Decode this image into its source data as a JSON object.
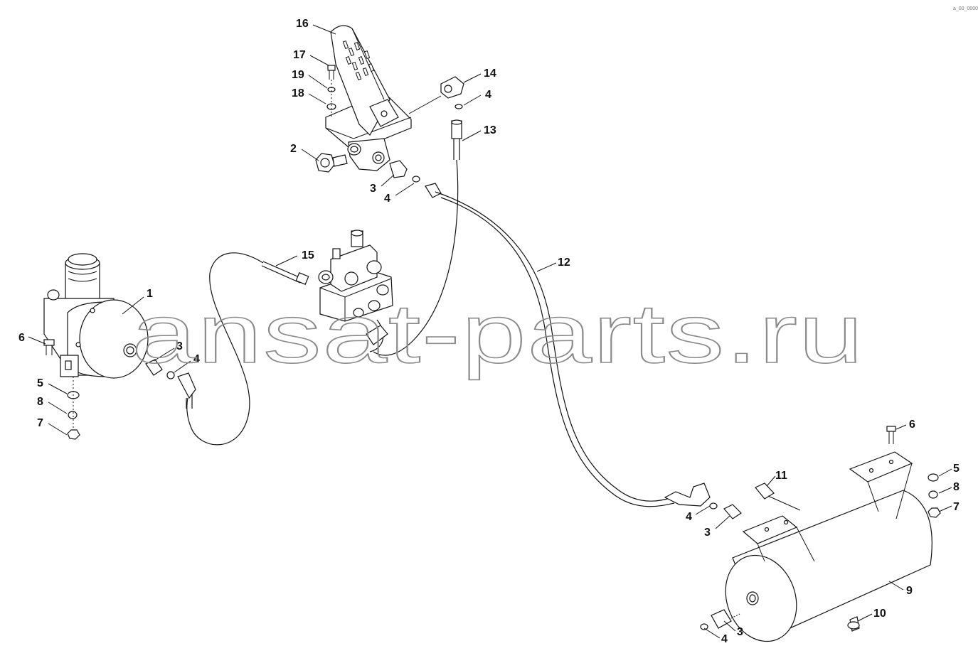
{
  "watermark": "ansat-parts.ru",
  "corner_mark": "a_00_0000",
  "callouts": [
    {
      "id": "c16",
      "text": "16"
    },
    {
      "id": "c17",
      "text": "17"
    },
    {
      "id": "c19",
      "text": "19"
    },
    {
      "id": "c18",
      "text": "18"
    },
    {
      "id": "c14",
      "text": "14"
    },
    {
      "id": "c4a",
      "text": "4"
    },
    {
      "id": "c13",
      "text": "13"
    },
    {
      "id": "c2",
      "text": "2"
    },
    {
      "id": "c3a",
      "text": "3"
    },
    {
      "id": "c4b",
      "text": "4"
    },
    {
      "id": "c15",
      "text": "15"
    },
    {
      "id": "c12",
      "text": "12"
    },
    {
      "id": "c1",
      "text": "1"
    },
    {
      "id": "c6a",
      "text": "6"
    },
    {
      "id": "c3b",
      "text": "3"
    },
    {
      "id": "c4c",
      "text": "4"
    },
    {
      "id": "c5a",
      "text": "5"
    },
    {
      "id": "c8a",
      "text": "8"
    },
    {
      "id": "c7a",
      "text": "7"
    },
    {
      "id": "c6b",
      "text": "6"
    },
    {
      "id": "c5b",
      "text": "5"
    },
    {
      "id": "c8b",
      "text": "8"
    },
    {
      "id": "c7b",
      "text": "7"
    },
    {
      "id": "c11",
      "text": "11"
    },
    {
      "id": "c4d",
      "text": "4"
    },
    {
      "id": "c3c",
      "text": "3"
    },
    {
      "id": "c9",
      "text": "9"
    },
    {
      "id": "c10",
      "text": "10"
    },
    {
      "id": "c3d",
      "text": "3"
    },
    {
      "id": "c4e",
      "text": "4"
    }
  ]
}
